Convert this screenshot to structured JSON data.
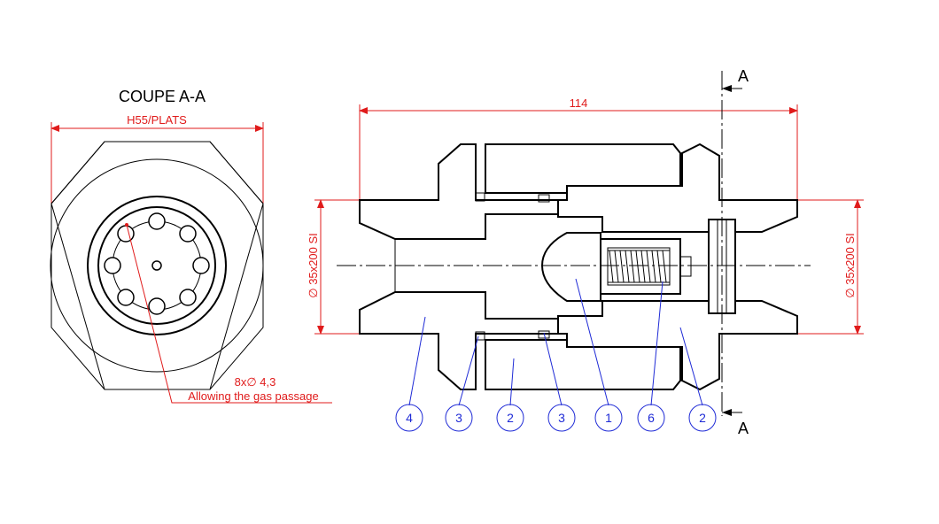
{
  "section_view": {
    "title": "COUPE A-A",
    "width_across_flats": "H55/PLATS",
    "holes_callout": "8x∅ 4,3",
    "holes_note": "Allowing the gas passage"
  },
  "main_view": {
    "overall_length": "114",
    "thread_left": "∅ 35x200 SI",
    "thread_right": "∅ 35x200 SI",
    "section_marker_top": "A",
    "section_marker_bottom": "A"
  },
  "balloons": [
    "4",
    "3",
    "2",
    "3",
    "1",
    "6",
    "2"
  ],
  "colors": {
    "outline": "#000000",
    "dimension": "#e01b1b",
    "balloon": "#1f2bd6"
  }
}
